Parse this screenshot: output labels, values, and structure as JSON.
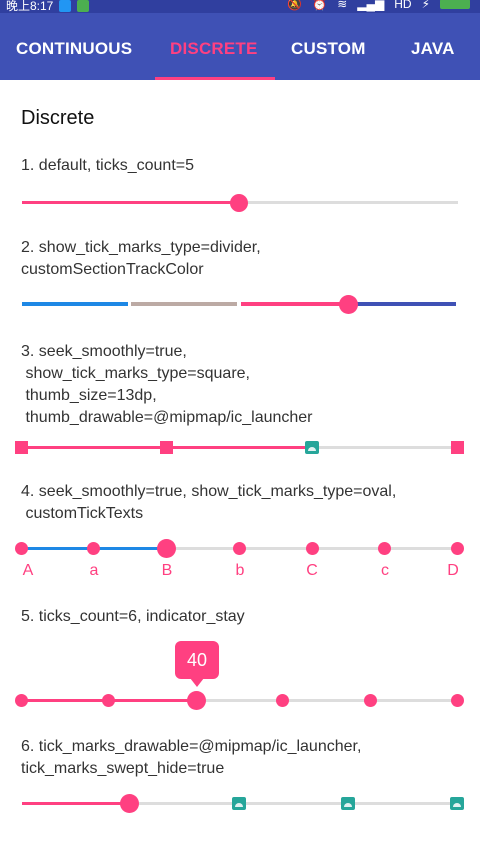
{
  "statusbar": {
    "time": "晚上8:17",
    "network": "HD",
    "colors": {
      "bg": "#303f9f",
      "badge1": "#2196f3",
      "badge2": "#4caf50"
    }
  },
  "tabs": [
    {
      "label": "CONTINUOUS",
      "active": false
    },
    {
      "label": "DISCRETE",
      "active": true
    },
    {
      "label": "CUSTOM",
      "active": false
    },
    {
      "label": "JAVA",
      "active": false
    }
  ],
  "page": {
    "title": "Discrete"
  },
  "sections": [
    {
      "label": "1. default, ticks_count=5",
      "progress": 0.5
    },
    {
      "label": "2. show_tick_marks_type=divider,\ncustomSectionTrackColor",
      "section_colors": [
        "#1e88e5",
        "#bcaaa4",
        "#ff4081",
        "#3f51b5"
      ]
    },
    {
      "label": "3. seek_smoothly=true,\n show_tick_marks_type=square,\n thumb_size=13dp,\n thumb_drawable=@mipmap/ic_launcher"
    },
    {
      "label": "4. seek_smoothly=true, show_tick_marks_type=oval,\n customTickTexts",
      "tick_texts": [
        "A",
        "a",
        "B",
        "b",
        "C",
        "c",
        "D"
      ]
    },
    {
      "label": "5. ticks_count=6, indicator_stay",
      "indicator_value": "40"
    },
    {
      "label": "6. tick_marks_drawable=@mipmap/ic_launcher,\ntick_marks_swept_hide=true"
    }
  ],
  "colors": {
    "appbar": "#3f51b5",
    "accent": "#ff4081",
    "track": "#dddddd",
    "blue": "#1e88e5"
  }
}
